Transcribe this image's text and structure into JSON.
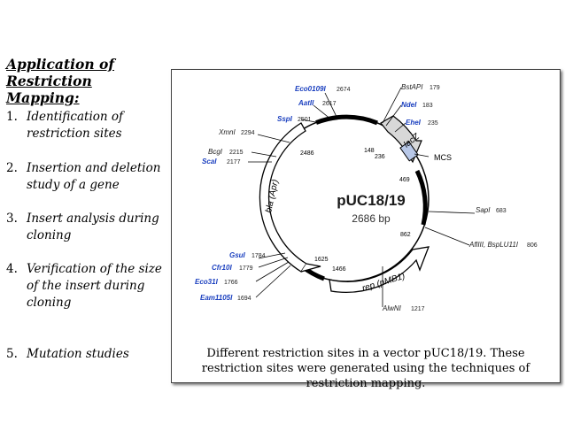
{
  "heading": "Application of Restriction Mapping:",
  "applications": [
    {
      "num": "1.",
      "text": "Identification of restriction sites"
    },
    {
      "num": "2.",
      "text": "Insertion and deletion study of a gene"
    },
    {
      "num": "3.",
      "text": "Insert analysis during cloning"
    },
    {
      "num": "4.",
      "text": "Verification of  the size of the insert during cloning"
    },
    {
      "num": "5.",
      "text": "Mutation studies"
    }
  ],
  "plasmid": {
    "name": "pUC18/19",
    "size": "2686 bp",
    "features": {
      "lacz": "lacZ",
      "mcs": "MCS",
      "bla": "bla (Apr)",
      "rep": "rep (pMB1)"
    },
    "positions": {
      "p148": "148",
      "p236": "236",
      "p2486": "2486",
      "p469": "469",
      "p862": "862",
      "p1625": "1625",
      "p1466": "1466"
    },
    "sites": [
      {
        "name": "Eco0109I",
        "pos": "2674",
        "color": "#1a3fbf"
      },
      {
        "name": "AatII",
        "pos": "2617",
        "color": "#1a3fbf"
      },
      {
        "name": "SspI",
        "pos": "2501",
        "color": "#1a3fbf"
      },
      {
        "name": "XmnI",
        "pos": "2294",
        "color": "#222222"
      },
      {
        "name": "BcgI",
        "pos": "2215",
        "color": "#222222"
      },
      {
        "name": "ScaI",
        "pos": "2177",
        "color": "#1a3fbf"
      },
      {
        "name": "BstAPI",
        "pos": "179",
        "color": "#222222"
      },
      {
        "name": "NdeI",
        "pos": "183",
        "color": "#1a3fbf"
      },
      {
        "name": "EheI",
        "pos": "235",
        "color": "#1a3fbf"
      },
      {
        "name": "SapI",
        "pos": "683",
        "color": "#222222"
      },
      {
        "name": "AflIII, BspLU11I",
        "pos": "806",
        "color": "#222222"
      },
      {
        "name": "AlwNI",
        "pos": "1217",
        "color": "#222222"
      },
      {
        "name": "GsuI",
        "pos": "1784",
        "color": "#1a3fbf"
      },
      {
        "name": "Cfr10I",
        "pos": "1779",
        "color": "#1a3fbf"
      },
      {
        "name": "Eco31I",
        "pos": "1766",
        "color": "#1a3fbf"
      },
      {
        "name": "Eam1105I",
        "pos": "1694",
        "color": "#1a3fbf"
      }
    ]
  },
  "caption": "Different restriction sites in a vector pUC18/19. These restriction sites were generated using the techniques of restriction mapping."
}
